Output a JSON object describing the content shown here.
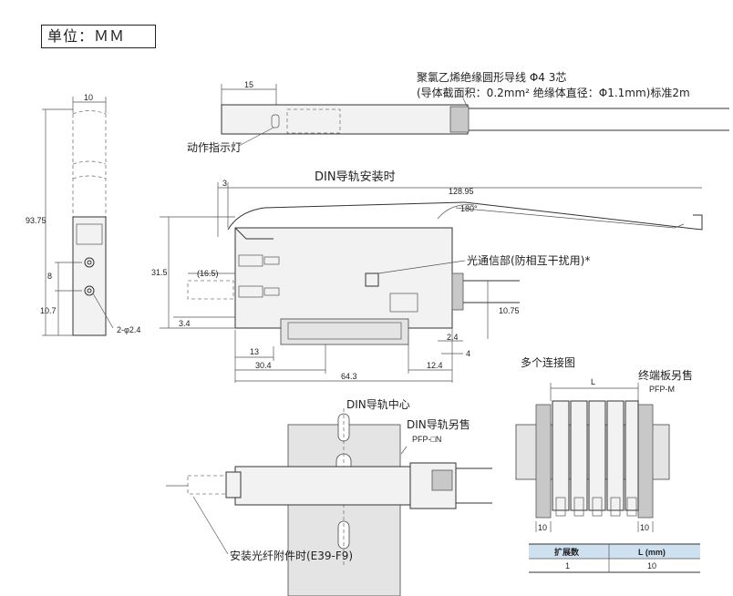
{
  "unit": "单位：ＭＭ",
  "cable": {
    "line1": "聚氯乙烯绝缘圆形导线  Φ4 3芯",
    "line2": "(导体截面积：0.2mm² 绝缘体直径：Φ1.1mm)标准2m"
  },
  "labels": {
    "indicator": "动作指示灯",
    "din_mount": "DIN导轨安装时",
    "optical_comm": "光通信部(防相互干扰用)*",
    "multi_conn": "多个连接图",
    "end_plate": "终端板另售",
    "end_plate_model": "PFP-M",
    "din_center": "DIN导轨中心",
    "din_sold": "DIN导轨另售",
    "din_model": "PFP-□N",
    "fiber_attach": "安装光纤附件时(E39-F9)"
  },
  "dims": {
    "top_15": "15",
    "side_10": "10",
    "h_93_75": "93.75",
    "d_8": "8",
    "d_10_7": "10.7",
    "hole": "2-φ2.4",
    "d_3": "3",
    "len_128_95": "128.95",
    "angle_180": "180°",
    "h_31_5": "31.5",
    "d_16_5": "(16.5)",
    "d_3_4": "3.4",
    "d_10_75": "10.75",
    "d_13": "13",
    "d_2_4": "2.4",
    "d_4": "4",
    "d_30_4": "30.4",
    "d_12_4": "12.4",
    "d_64_3": "64.3",
    "L": "L",
    "d_10a": "10",
    "d_10b": "10"
  },
  "table": {
    "headers": [
      "扩展数",
      "L (mm)"
    ],
    "rows": [
      [
        "1",
        "10"
      ]
    ]
  }
}
